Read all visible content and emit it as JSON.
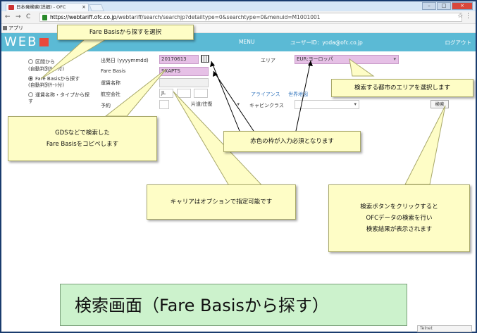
{
  "browser": {
    "tab_title": "日本発検索(詳細) - OFC",
    "tab_close": "×",
    "url_host": "https://webtariff.ofc.co.jp",
    "url_path": "/webtariff/search/searchjp?detailtype=0&searchtype=0&menuid=M1001001",
    "bookmarks_label": "アプリ"
  },
  "app": {
    "logo": "WEB",
    "menu": "MENU",
    "user": "ユーザーID：yoda@ofc.co.jp",
    "logout": "ログアウト"
  },
  "search_types": [
    {
      "label1": "区間から",
      "label2": "(自動判別ｻｰﾄ付)",
      "selected": false
    },
    {
      "label1": "Fare Basisから探す",
      "label2": "(自動判別ｻｰﾄ付)",
      "selected": true
    },
    {
      "label1": "運賃名称・タイプから探",
      "label2": "す",
      "selected": false
    }
  ],
  "form": {
    "departure_label": "出発日 (yyyymmdd)",
    "departure_value": "20170613",
    "fare_basis_label": "Fare Basis",
    "fare_basis_value": "SXAPTS",
    "fare_name_label": "運賃名称",
    "airline_label": "航空会社",
    "airline_value": "JL",
    "pax_label": "予約",
    "trip_value": "片道/往復",
    "area_label": "エリア",
    "area_value": "EUR:ヨーロッパ",
    "alliance_link": "アライアンス",
    "world_map_link": "世界地図",
    "cabin_label": "キャビンクラス",
    "search_button": "検索"
  },
  "callouts": {
    "fare_basis_select": "Fare Basisから探すを選択",
    "area_select": "検索する都市のエリアを選択します",
    "gds_line1": "GDSなどで検索した",
    "gds_line2": "Fare Basisをコピペします",
    "required": "赤色の枠が入力必須となります",
    "carrier_optional": "キャリアはオプションで指定可能です",
    "search_line1": "検索ボタンをクリックすると",
    "search_line2": "OFCデータの検索を行い",
    "search_line3": "検索結果が表示されます"
  },
  "title_banner": "検索画面（Fare Basisから探す）",
  "status": "Telnet",
  "colors": {
    "appbar": "#5bbad5",
    "required_field": "#e6c0e6",
    "callout": "#fefdc6",
    "banner": "#ccf2cc",
    "frame": "#1a3c6e"
  }
}
